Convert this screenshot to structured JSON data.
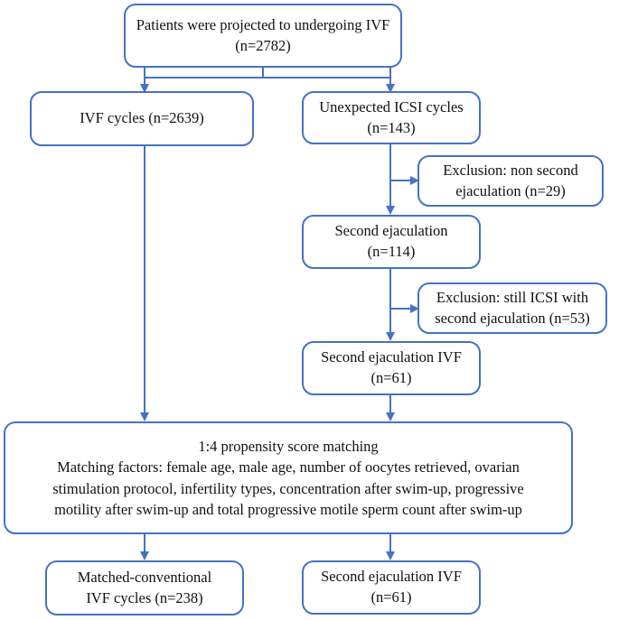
{
  "flowchart": {
    "accent_color": "#4472c4",
    "boxes": {
      "root": [
        "Patients were projected to undergoing IVF",
        "(n=2782)"
      ],
      "ivf": [
        "IVF cycles (n=2639)"
      ],
      "icsi": [
        "Unexpected ICSI cycles",
        "(n=143)"
      ],
      "excl1": [
        "Exclusion: non second",
        "ejaculation (n=29)"
      ],
      "second": [
        "Second ejaculation",
        "(n=114)"
      ],
      "excl2": [
        "Exclusion: still ICSI with",
        "second ejaculation (n=53)"
      ],
      "second_ivf": [
        "Second ejaculation IVF",
        "(n=61)"
      ],
      "psm": [
        "1:4 propensity score matching",
        "Matching factors: female age, male age, number of oocytes retrieved, ovarian",
        "stimulation protocol, infertility types, concentration after swim-up, progressive",
        "motility after swim-up and total progressive motile sperm count after swim-up"
      ],
      "matched": [
        "Matched-conventional",
        "IVF cycles (n=238)"
      ],
      "final_second": [
        "Second ejaculation IVF",
        "(n=61)"
      ]
    }
  }
}
